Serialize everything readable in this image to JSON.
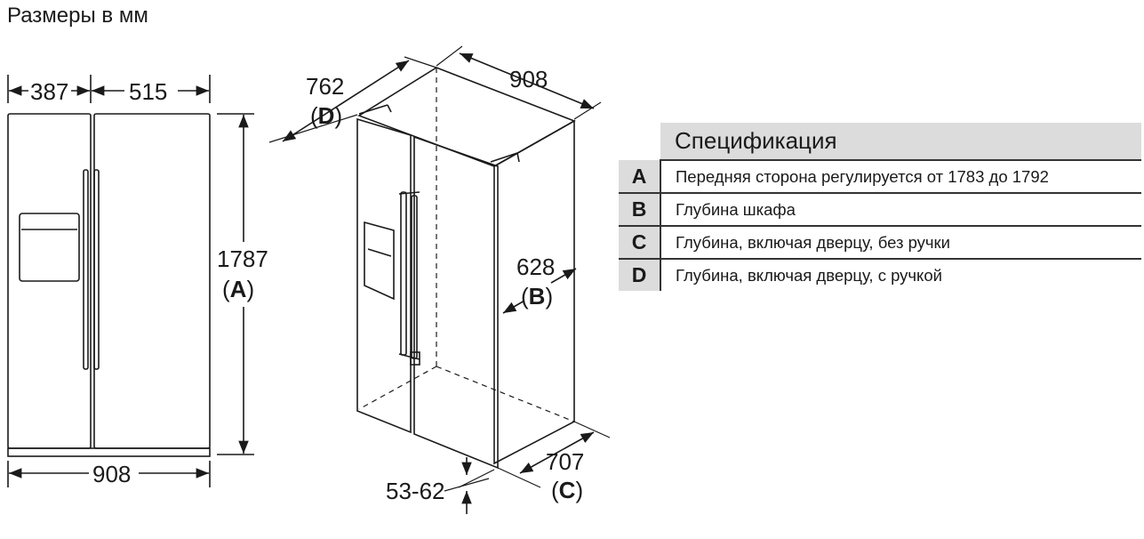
{
  "title": "Размеры в мм",
  "front_view": {
    "width_left": "387",
    "width_right": "515",
    "width_total": "908",
    "height_value": "1787",
    "height_key": "A"
  },
  "iso_view": {
    "depth_handle_value": "762",
    "depth_handle_key": "D",
    "width_value": "908",
    "depth_cabinet_value": "628",
    "depth_cabinet_key": "B",
    "depth_door_value": "707",
    "depth_door_key": "C",
    "feet_value": "53-62"
  },
  "spec_table": {
    "header": "Спецификация",
    "rows": [
      {
        "key": "A",
        "desc": "Передняя сторона регулируется от 1783 до 1792"
      },
      {
        "key": "B",
        "desc": "Глубина шкафа"
      },
      {
        "key": "C",
        "desc": "Глубина, включая дверцу, без ручки"
      },
      {
        "key": "D",
        "desc": "Глубина, включая дверцу, с ручкой"
      }
    ]
  }
}
